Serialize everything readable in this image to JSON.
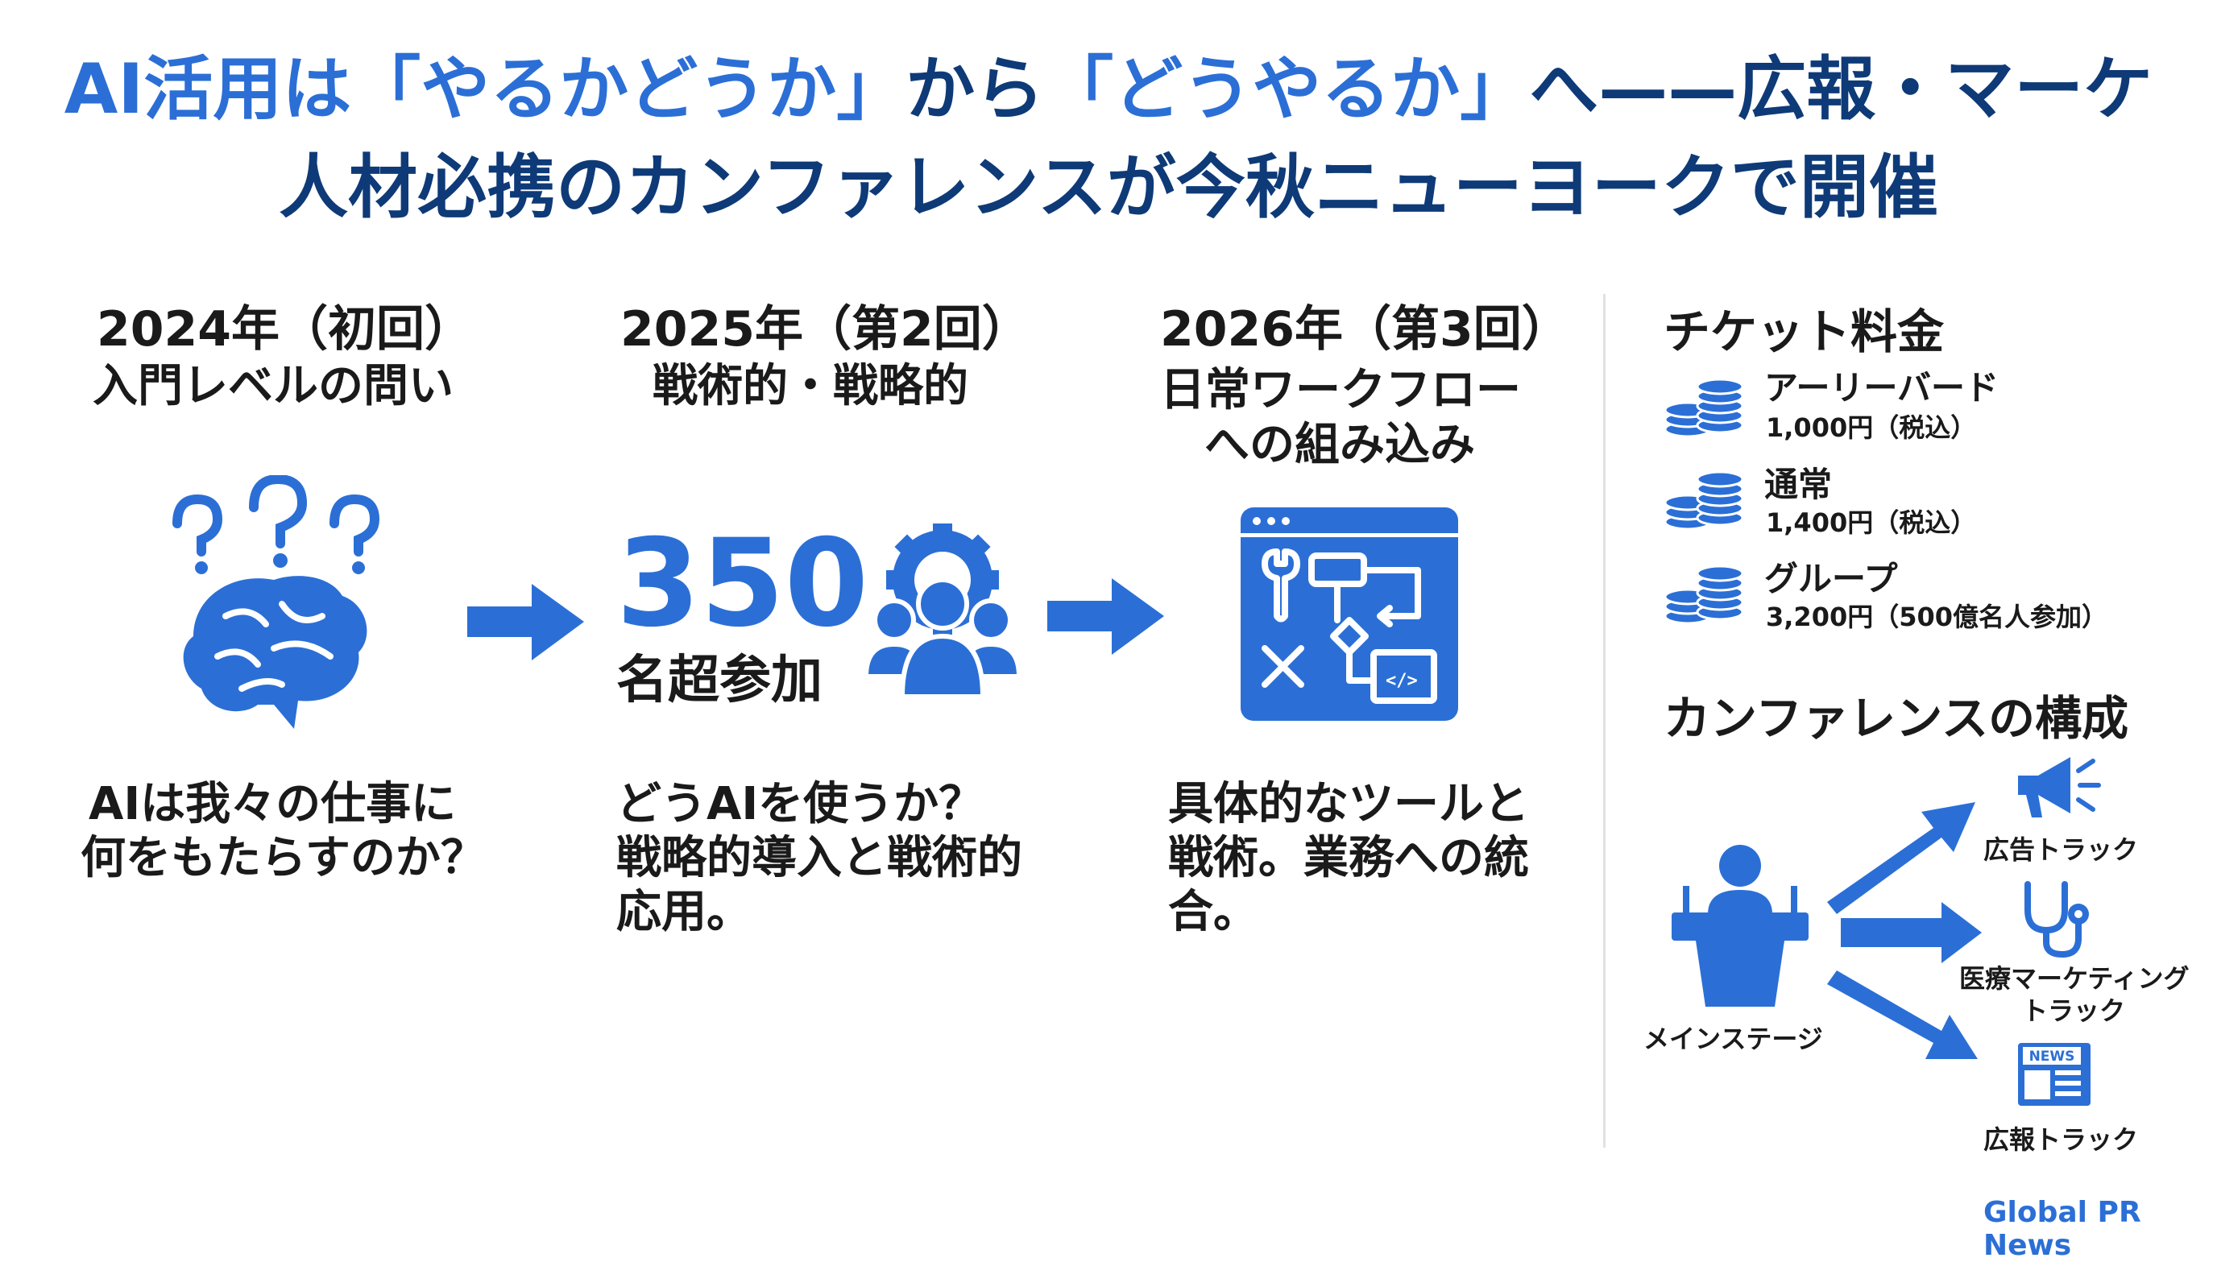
{
  "headline": {
    "line1": {
      "part1": "AI活用は",
      "part2": "「やるかどうか」",
      "part3": "から",
      "part4": "「どうやるか」",
      "part5": "へ——広報・マーケ"
    },
    "line2": "人材必携のカンファレンスが今秋ニューヨークで開催"
  },
  "timeline": [
    {
      "year": "2024年（初回）",
      "subtitle": "入門レベルの問い",
      "desc_lines": [
        "AIは我々の仕事に",
        "何をもたらすのか？"
      ],
      "icon": "brain-question-icon"
    },
    {
      "year": "2025年（第2回）",
      "subtitle": "戦術的・戦略的",
      "attendance_number": "350",
      "attendance_label": "名超参加",
      "desc_lines": [
        "どうAIを使うか？",
        "戦略的導入と戦術的",
        "応用。"
      ],
      "icon": "people-gear-icon"
    },
    {
      "year": "2026年（第3回）",
      "subtitle_lines": [
        "日常ワークフロー",
        "への組み込み"
      ],
      "desc_lines": [
        "具体的なツールと",
        "戦術。業務への統",
        "合。"
      ],
      "icon": "workflow-tools-icon"
    }
  ],
  "tickets": {
    "title": "チケット料金",
    "items": [
      {
        "name": "アーリーバード",
        "price": "1,000円（税込）"
      },
      {
        "name": "通常",
        "price": "1,400円（税込）"
      },
      {
        "name": "グループ",
        "price": "3,200円（500億名人参加）"
      }
    ]
  },
  "structure": {
    "title": "カンファレンスの構成",
    "main_stage": "メインステージ",
    "tracks": [
      {
        "label": "広告トラック",
        "icon": "megaphone-icon"
      },
      {
        "label_lines": [
          "医療マーケティング",
          "トラック"
        ],
        "icon": "stethoscope-icon"
      },
      {
        "label": "広報トラック",
        "icon": "newspaper-icon",
        "icon_text": "NEWS"
      }
    ]
  },
  "footer": {
    "brand": "Global PR News"
  },
  "colors": {
    "accent": "#2b6fd6",
    "dark_blue": "#0e3a78",
    "text": "#1a1a1a"
  }
}
